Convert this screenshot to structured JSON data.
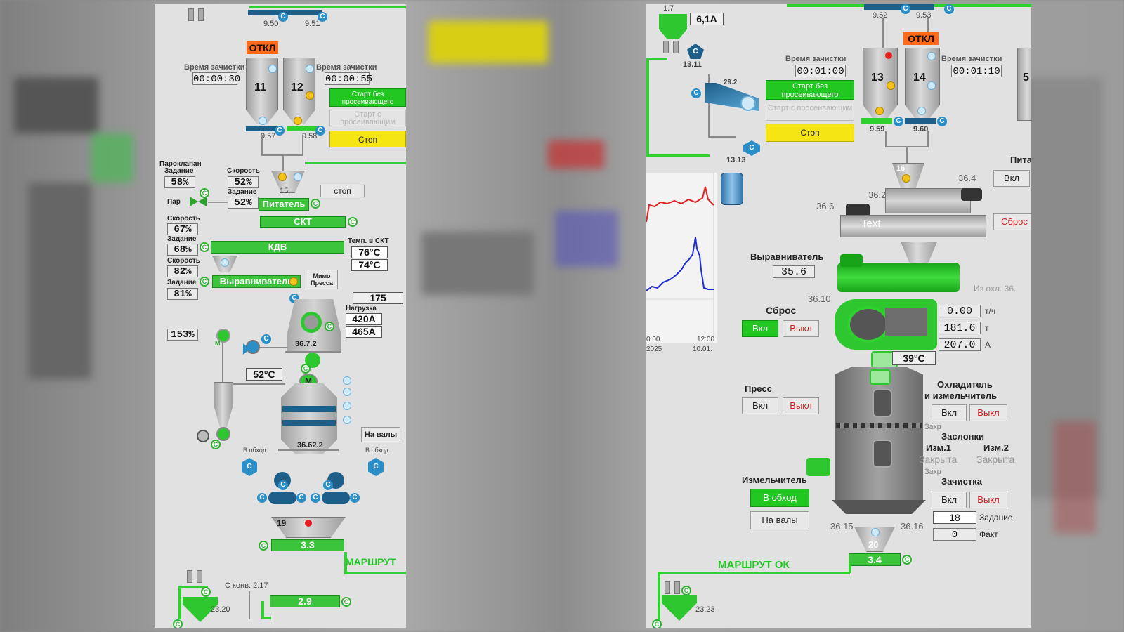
{
  "left": {
    "top_tags": [
      "9.50",
      "9.51"
    ],
    "off_badge": "ОТКЛ",
    "cleaning_label": "Время зачистки",
    "time_11": "00:00:30",
    "time_12": "00:00:55",
    "bin_11": "11",
    "bin_12": "12",
    "tag_957": "9.57",
    "tag_958": "9.58",
    "start_without": "Старт без просеивающего",
    "start_with": "Старт с просеивающим",
    "stop_btn": "Стоп",
    "steam_valve_label": "Пароклапан",
    "setpoint_label": "Задание",
    "speed_label": "Скорость",
    "steam_valve_val": "58%",
    "steam_label": "Пар",
    "speed_1": "52%",
    "setpoint_1": "52%",
    "tag_15": "15",
    "stop_small": "стоп",
    "feeder": "Питатель",
    "skt": "СКТ",
    "speed_2": "67%",
    "setpoint_2": "68%",
    "kdv": "КДВ",
    "temp_skt_label": "Темп. в СКТ",
    "temp_1": "76°C",
    "temp_2": "74°C",
    "speed_3": "82%",
    "setpoint_3": "81%",
    "leveler": "Выравниватель",
    "bypass_press": "Мимо Пресса",
    "val_175": "175",
    "load_label": "Нагрузка",
    "amp_1": "420A",
    "amp_2": "465A",
    "pct_153": "153%",
    "tag_3672": "36.7.2",
    "temp_52": "52°C",
    "tag_36622": "36.62.2",
    "to_rolls": "На валы",
    "bypass_1": "В обход",
    "bypass_2": "В обход",
    "tag_19": "19",
    "conv_33": "3.3",
    "route": "МАРШРУТ",
    "from_conv": "С конв. 2.17",
    "tag_2320": "23.20",
    "conv_29": "2.9"
  },
  "right": {
    "tag_17": "1.7",
    "amps_61": "6,1A",
    "top_tags": [
      "9.52",
      "9.53"
    ],
    "tag_1311": "13.11",
    "tag_292": "29.2",
    "tag_1313": "13.13",
    "cleaning_label": "Время зачистки",
    "time_13": "00:01:00",
    "time_14": "00:01:10",
    "start_without": "Старт без просеивающего",
    "start_with": "Старт с просеивающим",
    "stop_btn": "Стоп",
    "off_badge": "ОТКЛ",
    "bin_13": "13",
    "bin_14": "14",
    "bin_5": "5",
    "tag_959": "9.59",
    "tag_960": "9.60",
    "feeder_cut": "Пита",
    "on_btn": "Вкл",
    "reset_btn": "Сброс",
    "tag_16": "16",
    "tag_364": "36.4",
    "tag_362": "36.2",
    "tag_366": "36.6",
    "text_placeholder": "Text",
    "chart_time_1": "0:00",
    "chart_date_1": "2025",
    "chart_time_2": "12:00",
    "chart_date_2": "10.01.",
    "leveler_label": "Выравниватель",
    "leveler_val": "35.6",
    "from_cooler": "Из охл. 36.",
    "tag_3610": "36.10",
    "reset_label": "Сброс",
    "on": "Вкл",
    "off": "Выкл",
    "val_000": "0.00",
    "unit_th": "т/ч",
    "val_1816": "181.6",
    "unit_t": "т",
    "val_2070": "207.0",
    "unit_a": "А",
    "temp_39": "39°C",
    "press_label": "Пресс",
    "cooler_label_1": "Охладитель",
    "cooler_label_2": "и измельчитель",
    "closed_short": "Закр",
    "dampers_label": "Заслонки",
    "izm1": "Изм.1",
    "izm2": "Изм.2",
    "closed_1": "Закрыта",
    "closed_2": "Закрыта",
    "crusher_label": "Измельчитель",
    "bypass_btn": "В обход",
    "to_rolls_btn": "На валы",
    "cleaning_title": "Зачистка",
    "setpoint_val": "18",
    "setpoint_label": "Задание",
    "fact_val": "0",
    "fact_label": "Факт",
    "tag_3615": "36.15",
    "tag_3616": "36.16",
    "tag_20": "20",
    "route_ok": "МАРШРУТ ОК",
    "conv_34": "3.4",
    "tag_2323": "23.23"
  },
  "colors": {
    "green": "#2fd12f",
    "orange": "#ff6a1a",
    "yellow": "#f4e513",
    "blue_icon": "#2a8fc8",
    "panel_bg": "#e1e1e1"
  }
}
